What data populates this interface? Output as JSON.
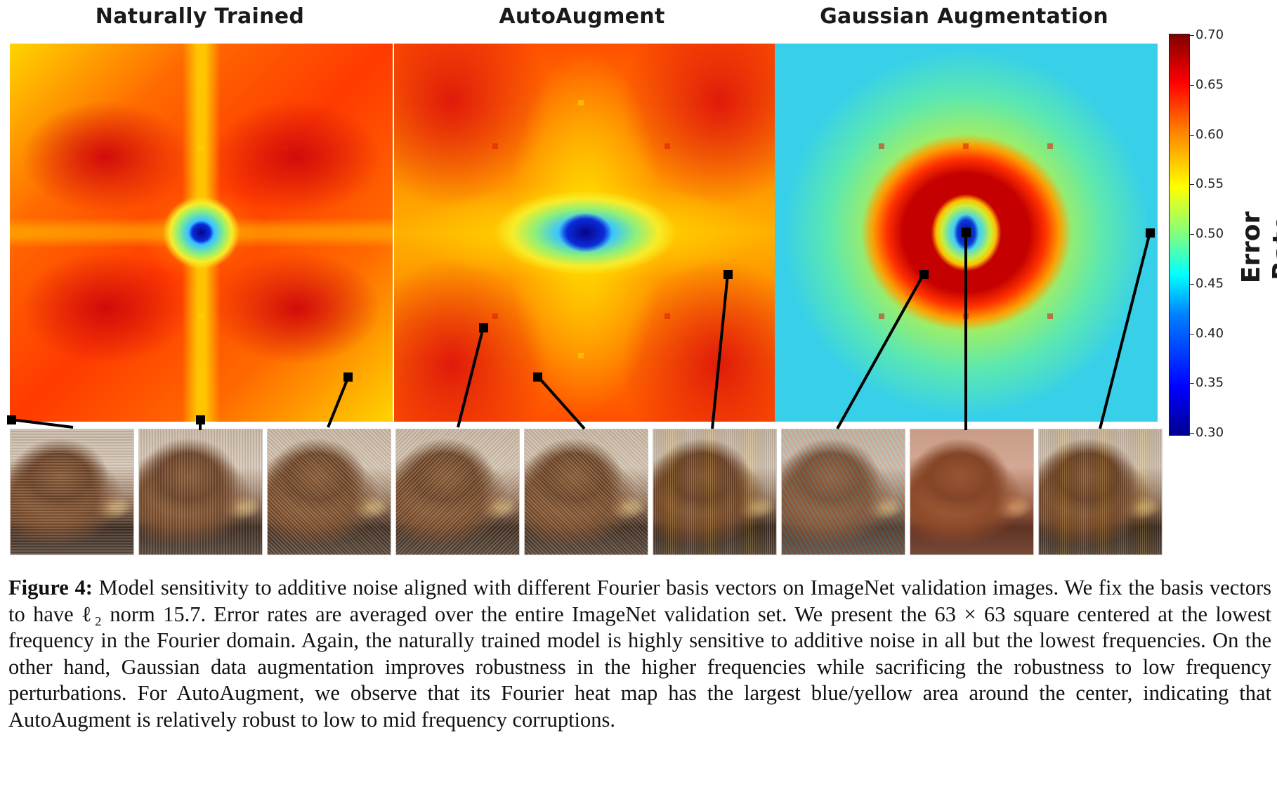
{
  "panels": [
    {
      "title": "Naturally Trained"
    },
    {
      "title": "AutoAugment"
    },
    {
      "title": "Gaussian Augmentation"
    }
  ],
  "colorbar": {
    "title": "Error Rate",
    "ticks": [
      "0.70",
      "0.65",
      "0.60",
      "0.55",
      "0.50",
      "0.45",
      "0.40",
      "0.35",
      "0.30"
    ],
    "min": 0.3,
    "max": 0.7,
    "colormap": "jet"
  },
  "thumbnails": [
    {
      "panel": "Naturally Trained",
      "pattern": "horizontal stripes"
    },
    {
      "panel": "Naturally Trained",
      "pattern": "vertical stripes"
    },
    {
      "panel": "Naturally Trained",
      "pattern": "diagonal stripes"
    },
    {
      "panel": "AutoAugment",
      "pattern": "diagonal stripes"
    },
    {
      "panel": "AutoAugment",
      "pattern": "diagonal stripes"
    },
    {
      "panel": "AutoAugment",
      "pattern": "fine vertical stripes"
    },
    {
      "panel": "Gaussian Augmentation",
      "pattern": "colored diagonal stripes"
    },
    {
      "panel": "Gaussian Augmentation",
      "pattern": "reddish tint"
    },
    {
      "panel": "Gaussian Augmentation",
      "pattern": "fine vertical stripes"
    }
  ],
  "caption": {
    "label": "Figure 4:",
    "text": "Model sensitivity to additive noise aligned with different Fourier basis vectors on ImageNet validation images. We fix the basis vectors to have ℓ₂ norm 15.7. Error rates are averaged over the entire ImageNet validation set. We present the 63 × 63 square centered at the lowest frequency in the Fourier domain. Again, the naturally trained model is highly sensitive to additive noise in all but the lowest frequencies. On the other hand, Gaussian data augmentation improves robustness in the higher frequencies while sacrificing the robustness to low frequency perturbations. For AutoAugment, we observe that its Fourier heat map has the largest blue/yellow area around the center, indicating that AutoAugment is relatively robust to low to mid frequency corruptions."
  }
}
